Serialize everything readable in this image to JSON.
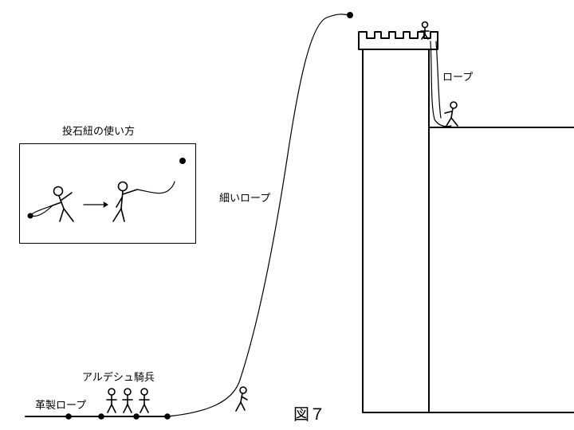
{
  "labels": {
    "inset_title": "投石紐の使い方",
    "thin_rope": "細いロープ",
    "rope": "ロープ",
    "cavalry": "アルデシュ騎兵",
    "leather_rope": "革製ロープ",
    "figure": "図７"
  },
  "colors": {
    "ink": "#000000",
    "background": "#ffffff"
  }
}
